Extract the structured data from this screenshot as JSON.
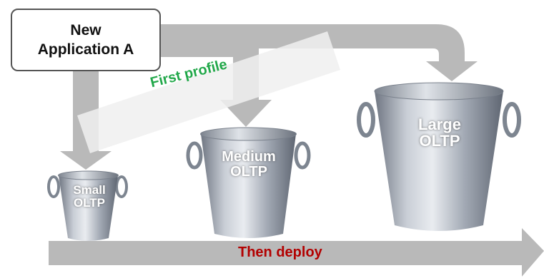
{
  "source_box": {
    "line1": "New",
    "line2": "Application A"
  },
  "profile_label": "First profile",
  "buckets": [
    {
      "line1": "Small",
      "line2": "OLTP"
    },
    {
      "line1": "Medium",
      "line2": "OLTP"
    },
    {
      "line1": "Large",
      "line2": "OLTP"
    }
  ],
  "deploy_label": "Then deploy",
  "colors": {
    "arrow_gray": "#b9b9b9",
    "profile_green": "#22a84a",
    "deploy_red": "#b30000",
    "bucket_silver": "#a9b0bb"
  }
}
